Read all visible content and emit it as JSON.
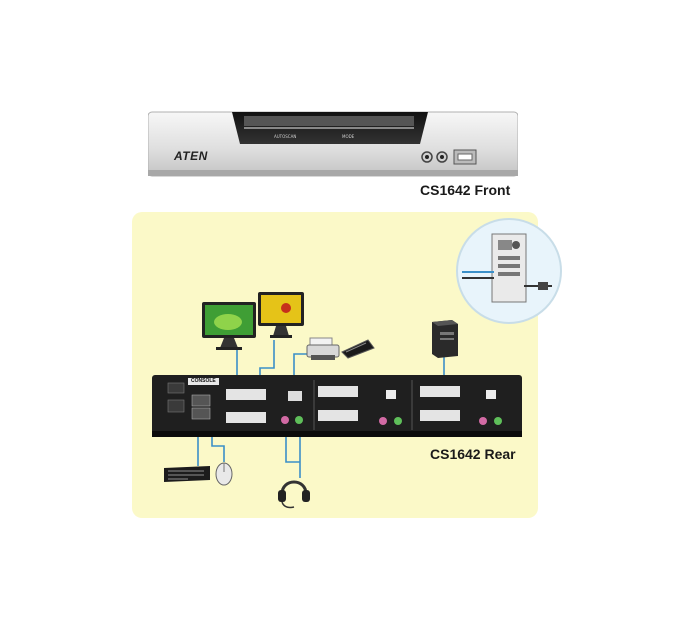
{
  "front": {
    "caption": "CS1642 Front",
    "brand": "ATEN",
    "label_auto": "AUTOSCAN",
    "label_mode": "MODE"
  },
  "rear": {
    "caption": "CS1642 Rear",
    "console_label": "CONSOLE"
  },
  "colors": {
    "panel_bg": "#fbf9c8",
    "connector_line": "#3b8fc8",
    "rear_panel": "#1f1f1f",
    "front_panel": "#e3e3e3",
    "magnifier_bg": "#e8f4fb"
  },
  "devices": [
    "monitor-icon",
    "monitor-icon",
    "printer-icon",
    "usb-drive-icon",
    "computer-tower-icon",
    "keyboard-icon",
    "mouse-icon",
    "headset-icon"
  ]
}
